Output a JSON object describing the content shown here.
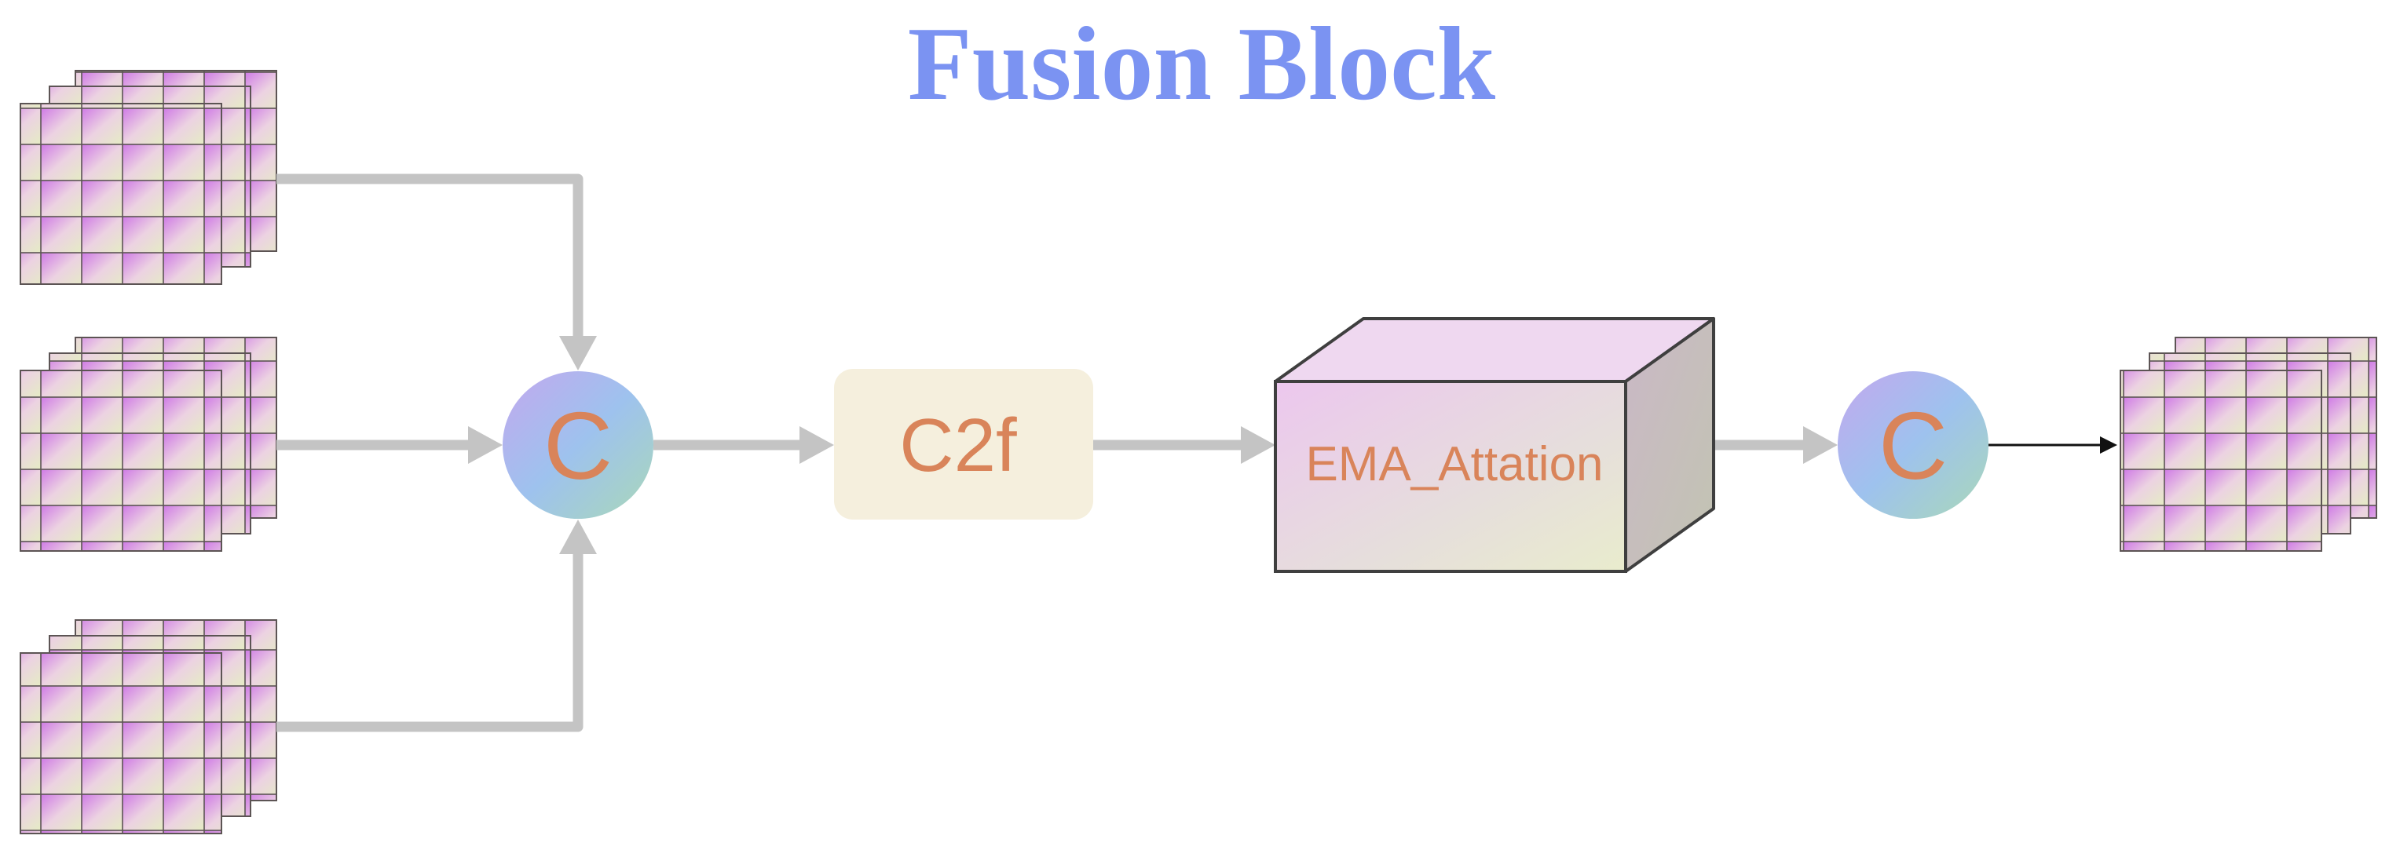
{
  "title": "Fusion Block",
  "nodes": {
    "concat_left": {
      "label": "C"
    },
    "c2f": {
      "label": "C2f"
    },
    "ema": {
      "label": "EMA_Attation"
    },
    "concat_right": {
      "label": "C"
    }
  },
  "colors": {
    "title": "#7b93f2",
    "label": "#d9845a",
    "arrow_gray": "#c4c4c4",
    "arrow_black": "#111111",
    "c2f_fill": "#f5efdd",
    "concat_gradient": [
      "#c3a8ee",
      "#9ec2ee",
      "#a9d8b8"
    ],
    "feature_tile_gradient": [
      "#cf7ae6",
      "#ecd2e2",
      "#e5ecc4"
    ],
    "cube_front": [
      "#ecc7ee",
      "#e6dedc",
      "#e9eccd"
    ],
    "cube_top": "#efd8f0",
    "cube_side": "#c6bcbd"
  }
}
